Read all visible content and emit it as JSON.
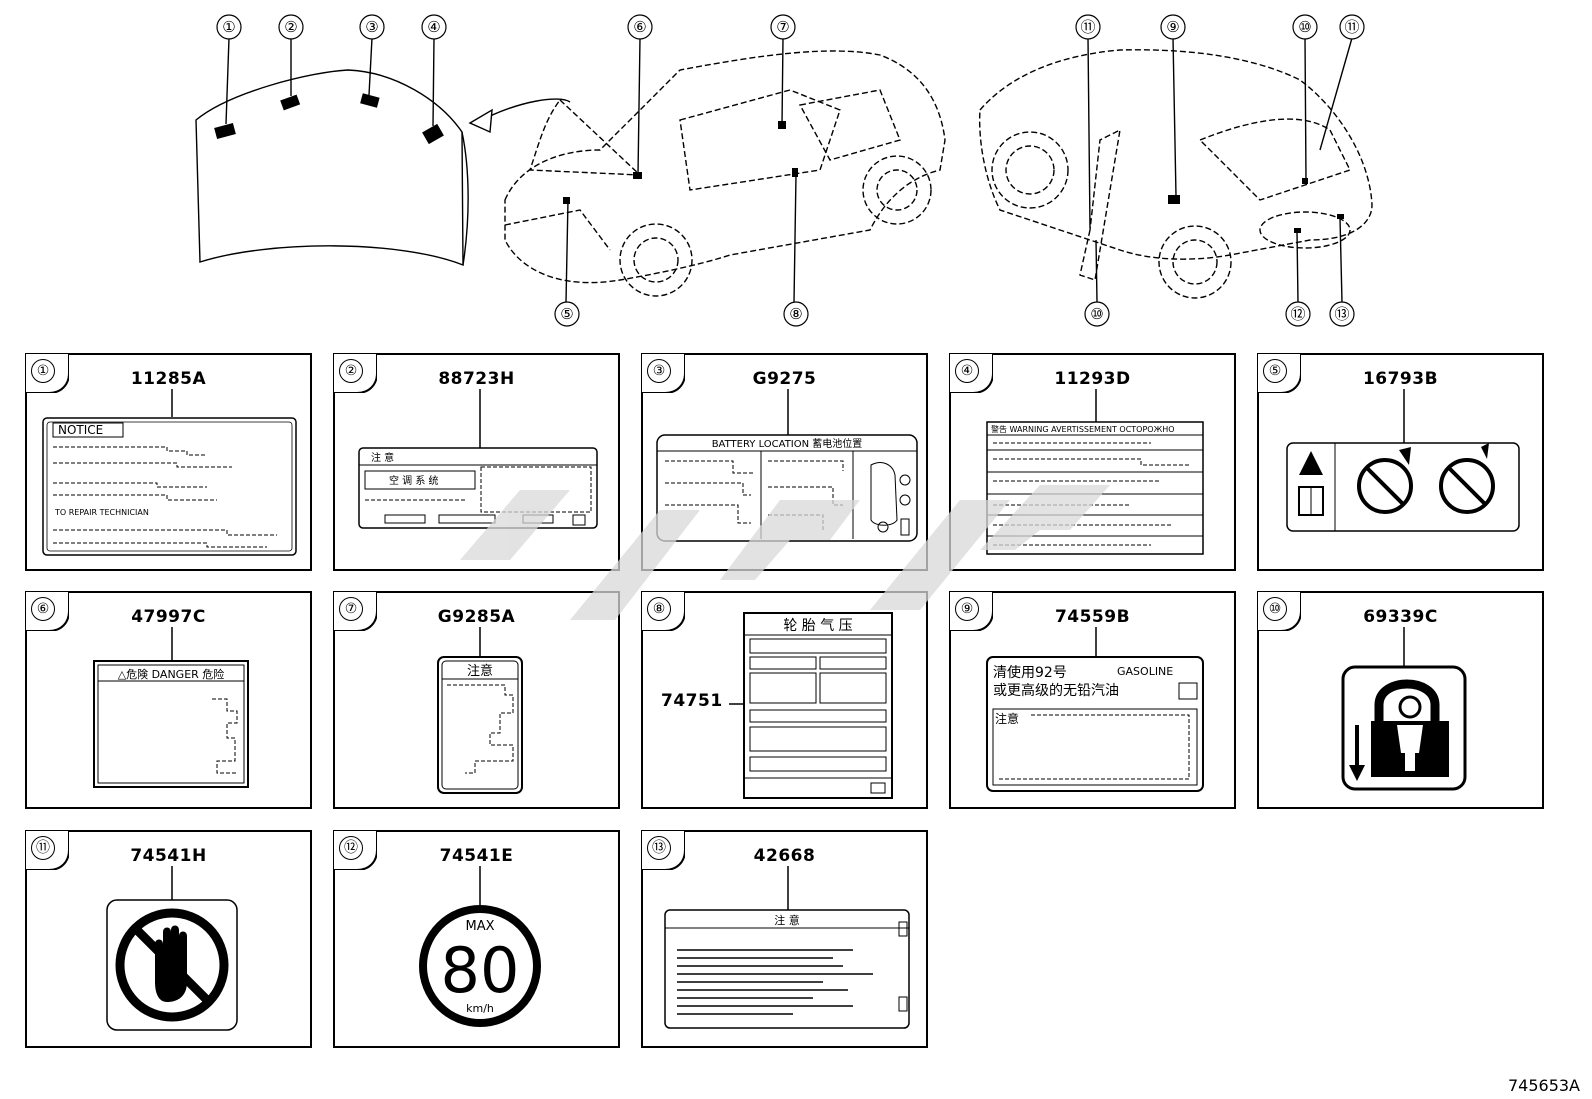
{
  "callouts": [
    "①",
    "②",
    "③",
    "④",
    "⑤",
    "⑥",
    "⑦",
    "⑧",
    "⑨",
    "⑩",
    "⑪",
    "⑫",
    "⑬"
  ],
  "panels": [
    {
      "num": "①",
      "part": "11285A",
      "icon": "notice-label-icon",
      "texts": {
        "header": "NOTICE",
        "tech": "TO REPAIR TECHNICIAN"
      }
    },
    {
      "num": "②",
      "part": "88723H",
      "icon": "ac-caution-label-icon",
      "texts": {
        "header": "注 意",
        "sub": "空 调 系 统"
      }
    },
    {
      "num": "③",
      "part": "G9275",
      "icon": "battery-location-label-icon",
      "texts": {
        "header": "BATTERY LOCATION 蓄电池位置"
      }
    },
    {
      "num": "④",
      "part": "11293D",
      "icon": "warning-multilingual-label-icon",
      "texts": {
        "header": "警告 WARNING AVERTISSEMENT ОСТОРОЖНО"
      }
    },
    {
      "num": "⑤",
      "part": "16793B",
      "icon": "airbag-warning-pictogram-icon",
      "texts": {}
    },
    {
      "num": "⑥",
      "part": "47997C",
      "icon": "danger-label-icon",
      "texts": {
        "header": "△危険  DANGER  危险"
      }
    },
    {
      "num": "⑦",
      "part": "G9285A",
      "icon": "caution-label-icon",
      "texts": {
        "header": "注意"
      }
    },
    {
      "num": "⑧",
      "part": "74751",
      "icon": "tire-pressure-label-icon",
      "texts": {
        "header": "轮 胎 气 压"
      }
    },
    {
      "num": "⑨",
      "part": "74559B",
      "icon": "fuel-label-icon",
      "texts": {
        "line1": "清使用92号",
        "gas": "GASOLINE",
        "line2": "或更高级的无铅汽油",
        "note": "注意"
      }
    },
    {
      "num": "⑩",
      "part": "69339C",
      "icon": "child-lock-icon",
      "texts": {}
    },
    {
      "num": "⑪",
      "part": "74541H",
      "icon": "no-hand-icon",
      "texts": {}
    },
    {
      "num": "⑫",
      "part": "74541E",
      "icon": "speed-limit-icon",
      "texts": {
        "max": "MAX",
        "speed": "80",
        "unit": "km/h"
      }
    },
    {
      "num": "⑬",
      "part": "42668",
      "icon": "caution-text-label-icon",
      "texts": {
        "header": "注  意"
      }
    }
  ],
  "reference": "745653A",
  "colors": {
    "line": "#000000",
    "watermark": "#d9d9d9"
  }
}
